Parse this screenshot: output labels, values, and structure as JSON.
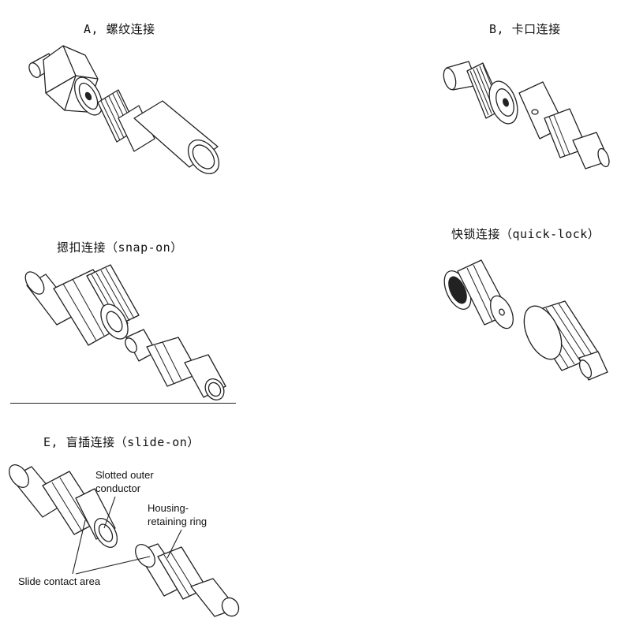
{
  "captions": {
    "a": "A, 螺纹连接",
    "b": "B, 卡口连接",
    "c": "摁扣连接（snap-on）",
    "d": "快锁连接（quick-lock）",
    "e": "E, 盲插连接（slide-on）"
  },
  "annotations": {
    "slotted_line1": "Slotted outer",
    "slotted_line2": "conductor",
    "housing_line1": "Housing-",
    "housing_line2": "retaining ring",
    "slide": "Slide contact area"
  }
}
